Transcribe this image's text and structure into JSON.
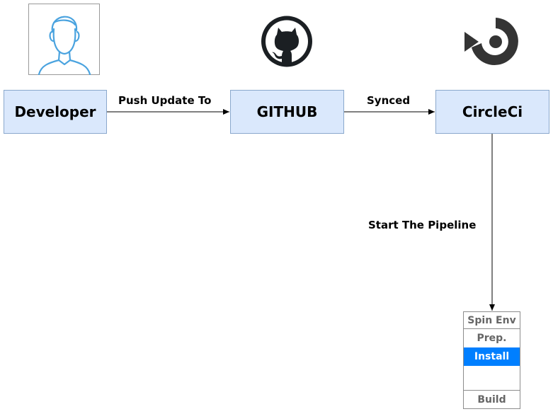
{
  "nodes": {
    "developer": "Developer",
    "github": "GITHUB",
    "circleci": "CircleCi"
  },
  "edges": {
    "push": "Push Update To",
    "synced": "Synced",
    "pipeline": "Start The Pipeline"
  },
  "pipeline_stages": [
    "Spin Env",
    "Prep.",
    "Install",
    "",
    "Build"
  ],
  "active_stage": "Install",
  "colors": {
    "node_fill": "#dae8fc",
    "node_border": "#8aa8cc",
    "active_stage": "#007fff",
    "user_icon": "#4aa3df"
  },
  "icons": {
    "developer": "user-avatar-icon",
    "github": "github-octocat-icon",
    "circleci": "circleci-logo-icon"
  }
}
